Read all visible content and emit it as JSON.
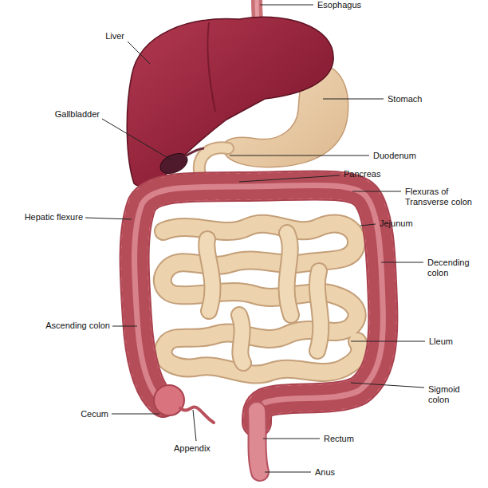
{
  "diagram": {
    "labels": [
      "Esophagus",
      "Liver",
      "Stomach",
      "Gallbladder",
      "Duodenum",
      "Pancreas",
      "Flexuras of Transverse colon",
      "Hepatic flexure",
      "Jejunum",
      "Decending colon",
      "Ascending colon",
      "Lleum",
      "Sigmoid colon",
      "Cecum",
      "Appendix",
      "Rectum",
      "Anus"
    ]
  }
}
